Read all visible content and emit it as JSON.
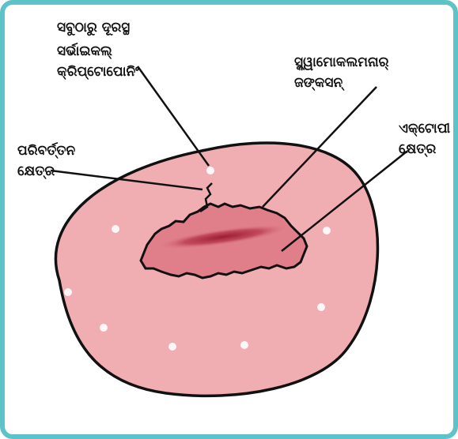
{
  "diagram": {
    "labels": {
      "cryptopening": [
        "ସବୁଠାରୁ ଦୂରସ୍ଥ",
        "ସର୍ଭାଇକଲ୍",
        "କ୍ରିପ୍ଟୋପୋନିଂ"
      ],
      "squamocolumnar": [
        "ସ୍କ୍ୱାମୋକଲମନାର୍",
        "ଜଙ୍କସନ୍"
      ],
      "ectopy": [
        "ଏକ୍ଟୋପୀ",
        "କ୍ଷେତ୍ର"
      ],
      "transformation": [
        "ପରିବର୍ତ୍ତନ",
        "କ୍ଷେତ୍ର"
      ]
    },
    "colors": {
      "frame_border": "#5cc3c8",
      "cervix_fill": "#f0b0b4",
      "ectopy_fill": "#de7a86",
      "os_fill": "#a8263a",
      "outline": "#111111"
    }
  }
}
